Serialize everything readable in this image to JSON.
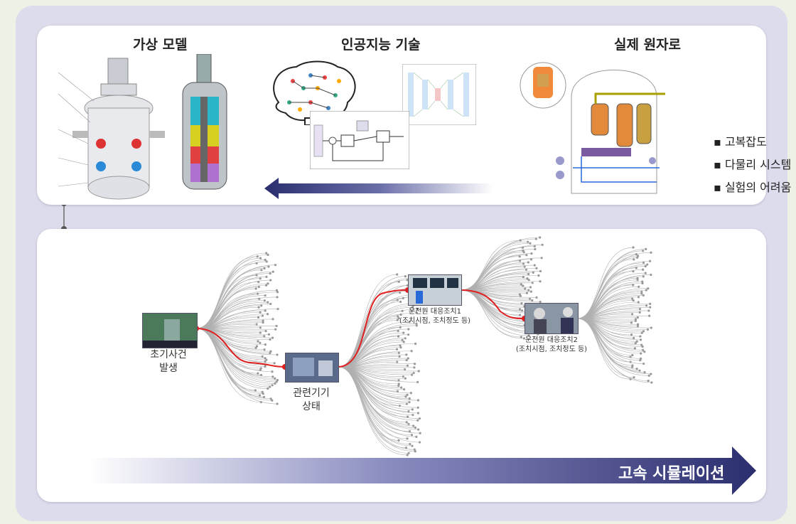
{
  "top": {
    "virtual_title": "가상 모델",
    "ai_title": "인공지능 기술",
    "real_title": "실제 원자로",
    "bullets": [
      "고복잡도",
      "다물리 시스템",
      "실험의 어려움"
    ]
  },
  "bottom": {
    "initial_event": [
      "초기사건",
      "발생"
    ],
    "equipment_state": [
      "관련기기",
      "상태"
    ],
    "operator_action_1": [
      "운전원 대응조치1",
      "(조치시점, 조치정도 등)"
    ],
    "operator_action_2": [
      "운전원 대응조치2",
      "(조치시점, 조치정도 등)"
    ],
    "banner": "고속 시뮬레이션"
  },
  "colors": {
    "accent": "#2b2e6e",
    "path": "#e02020",
    "tree": "#b0b0b0",
    "frame": "#dcdcec"
  }
}
